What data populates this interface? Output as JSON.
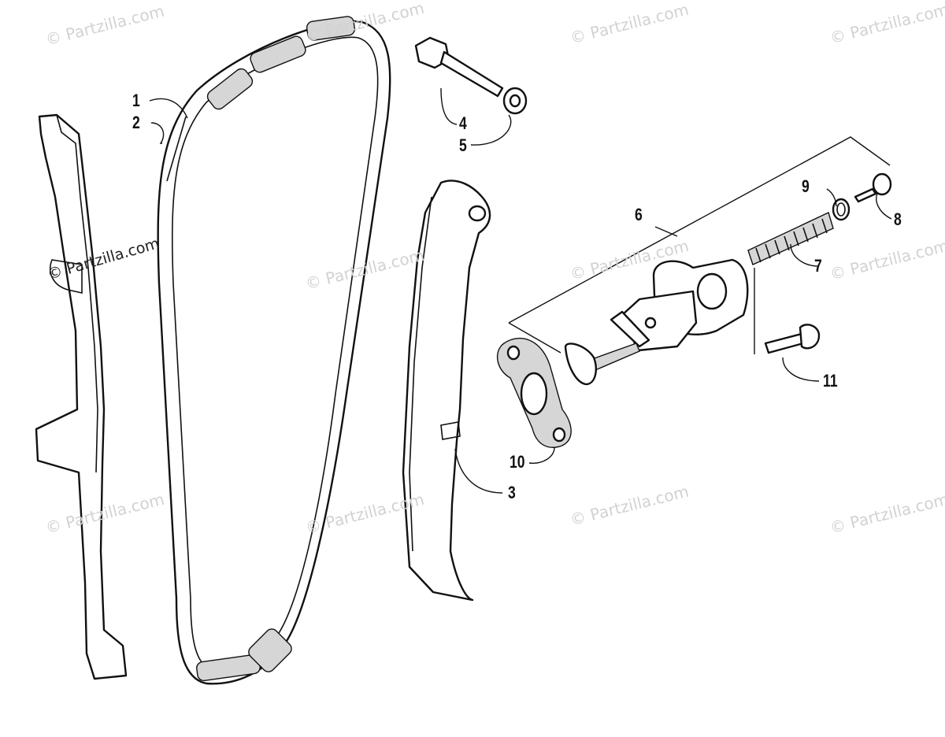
{
  "watermark": {
    "text": "© Partzilla.com",
    "strong_text": "© Partzilla.com"
  },
  "callouts": {
    "c1": "1",
    "c2": "2",
    "c3": "3",
    "c4": "4",
    "c5": "5",
    "c6": "6",
    "c7": "7",
    "c8": "8",
    "c9": "9",
    "c10": "10",
    "c11": "11"
  },
  "icons": {
    "chain": "cam-chain-icon",
    "left_guide": "chain-guide-icon",
    "right_guide": "tensioner-guide-icon",
    "tensioner": "chain-tensioner-icon"
  }
}
